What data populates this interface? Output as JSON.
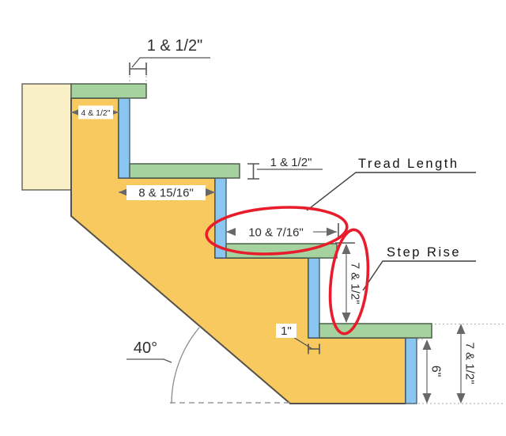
{
  "diagram": {
    "callouts": {
      "tread_length": "Tread Length",
      "step_rise": "Step Rise"
    },
    "dims": {
      "top_nosing": "1 & 1/2\"",
      "top_landing_run": "4 & 1/2\"",
      "upper_notch_run": "8 & 15/16\"",
      "tread_thickness": "1 & 1/2\"",
      "tread_length": "10 & 7/16\"",
      "step_rise": "7 & 1/2\"",
      "riser_thickness": "1\"",
      "riser_clear_height": "6\"",
      "overall_step_rise": "7 & 1/2\"",
      "stringer_angle": "40°"
    },
    "colors": {
      "stringer": "#F7C95F",
      "tread": "#A6D2A0",
      "riser": "#8AC6EF",
      "wall": "#FAF0C8",
      "highlight": "#E91C2C"
    }
  }
}
